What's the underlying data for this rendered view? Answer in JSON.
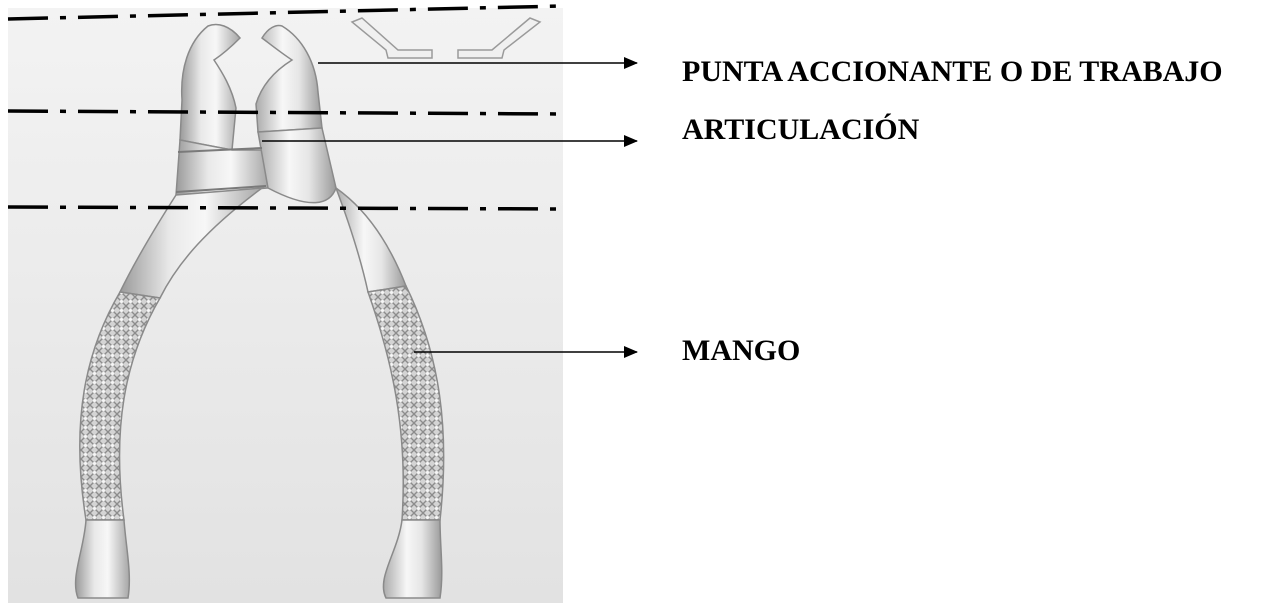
{
  "labels": {
    "tip": "PUNTA ACCIONANTE O DE TRABAJO",
    "joint": "ARTICULACIÓN",
    "handle": "MANGO"
  },
  "colors": {
    "photo_background": "#e9e9e9",
    "instrument_light": "#f2f2f2",
    "instrument_mid": "#c9c9c9",
    "instrument_dark": "#8a8a8a",
    "lines": "#000000",
    "text": "#000000"
  }
}
